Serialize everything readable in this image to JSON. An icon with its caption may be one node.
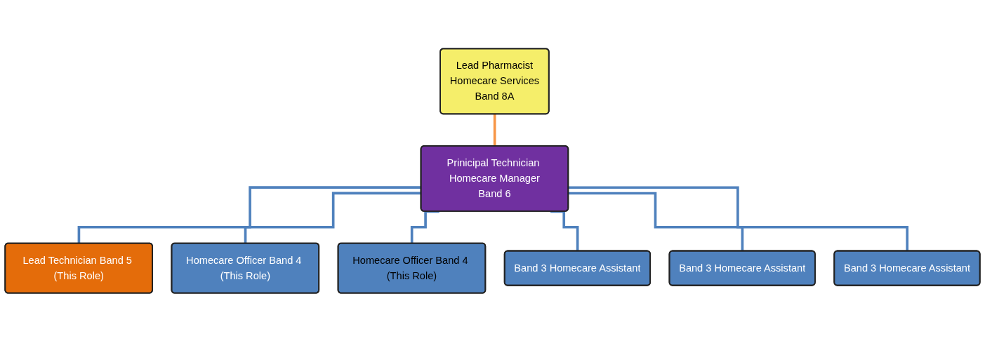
{
  "diagram": {
    "nodes": [
      {
        "text": [
          "Lead Pharmacist",
          "Homecare Services",
          "Band 8A"
        ]
      },
      {
        "text": [
          "Prinicipal Technician Homecare Manager",
          "Band 6"
        ]
      },
      {
        "text": [
          "Lead Technician Band 5 (This Role)"
        ]
      },
      {
        "text": [
          "Homecare Officer Band 4 (This Role)"
        ]
      },
      {
        "text": [
          "Homecare Officer Band 4 (This Role)"
        ]
      },
      {
        "text": [
          "Band 3 Homecare Assistant"
        ]
      },
      {
        "text": [
          "Band 3 Homecare Assistant"
        ]
      },
      {
        "text": [
          "Band 3 Homecare Assistant"
        ]
      }
    ],
    "edges": [
      {
        "from": 0,
        "to": 1,
        "arrow": "none",
        "color": "#f79646"
      },
      {
        "from": 1,
        "to": 2,
        "arrow": "none"
      },
      {
        "from": 1,
        "to": 3,
        "arrow": "none"
      },
      {
        "from": 1,
        "to": 4,
        "arrow": "none"
      },
      {
        "from": 1,
        "to": 5,
        "arrow": "none"
      },
      {
        "from": 1,
        "to": 6,
        "arrow": "none"
      },
      {
        "from": 1,
        "to": 7,
        "arrow": "none"
      }
    ]
  }
}
